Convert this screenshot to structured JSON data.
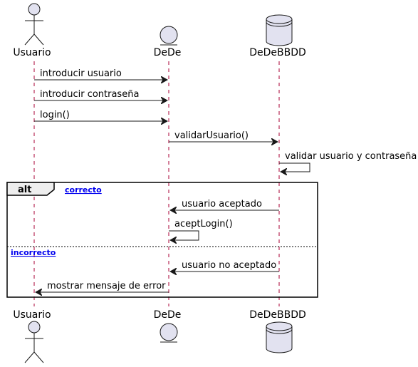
{
  "participants": {
    "usuario": "Usuario",
    "dede": "DeDe",
    "bbdd": "DeDeBBDD"
  },
  "messages": [
    "introducir usuario",
    "introducir contraseña",
    "login()",
    "validarUsuario()",
    "validar usuario y contraseña",
    "usuario aceptado",
    "aceptLogin()",
    "usuario no aceptado",
    "mostrar mensaje de error"
  ],
  "alt": {
    "label": "alt",
    "guard_1": "correcto",
    "guard_2": "incorrecto"
  }
}
